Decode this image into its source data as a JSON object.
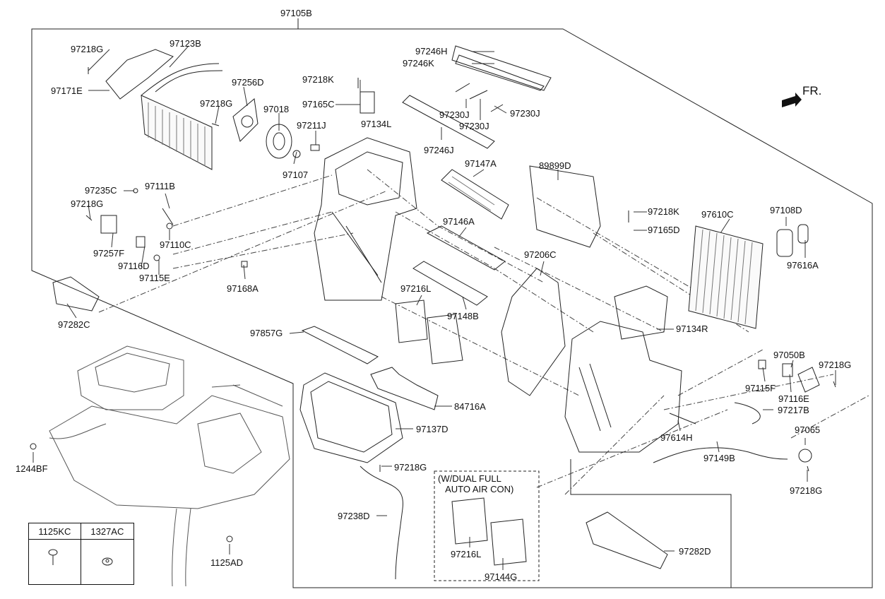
{
  "assembly_label": "97105B",
  "fr_label": "FR.",
  "note_label": "(W/DUAL FULL\n   AUTO AIR CON)",
  "labels": {
    "p97218G_a": "97218G",
    "p97123B": "97123B",
    "p97171E": "97171E",
    "p97256D": "97256D",
    "p97218G_b": "97218G",
    "p97018": "97018",
    "p97218K_a": "97218K",
    "p97165C": "97165C",
    "p97211J": "97211J",
    "p97134L": "97134L",
    "p97107": "97107",
    "p97246H": "97246H",
    "p97246K": "97246K",
    "p97230J_a": "97230J",
    "p97230J_b": "97230J",
    "p97230J_c": "97230J",
    "p97246J": "97246J",
    "p97147A": "97147A",
    "p89899D": "89899D",
    "p97235C": "97235C",
    "p97111B": "97111B",
    "p97218G_c": "97218G",
    "p97257F": "97257F",
    "p97110C": "97110C",
    "p97116D": "97116D",
    "p97115E": "97115E",
    "p97168A": "97168A",
    "p97146A": "97146A",
    "p97218K_b": "97218K",
    "p97165D": "97165D",
    "p97610C": "97610C",
    "p97108D": "97108D",
    "p97616A": "97616A",
    "p97206C": "97206C",
    "p97282C": "97282C",
    "p97216L_a": "97216L",
    "p97148B": "97148B",
    "p97134R": "97134R",
    "p97857G": "97857G",
    "p97050B": "97050B",
    "p97218G_d": "97218G",
    "p97115F": "97115F",
    "p97116E": "97116E",
    "p97217B": "97217B",
    "p84716A": "84716A",
    "p97137D": "97137D",
    "p97065": "97065",
    "p97614H": "97614H",
    "p97149B": "97149B",
    "p1244BF": "1244BF",
    "p97218G_e": "97218G",
    "p97218G_f": "97218G",
    "p97238D": "97238D",
    "p97216L_b": "97216L",
    "p97144G": "97144G",
    "p1125AD": "1125AD",
    "p97282D": "97282D"
  },
  "parts_table": {
    "headers": [
      "1125KC",
      "1327AC"
    ]
  }
}
